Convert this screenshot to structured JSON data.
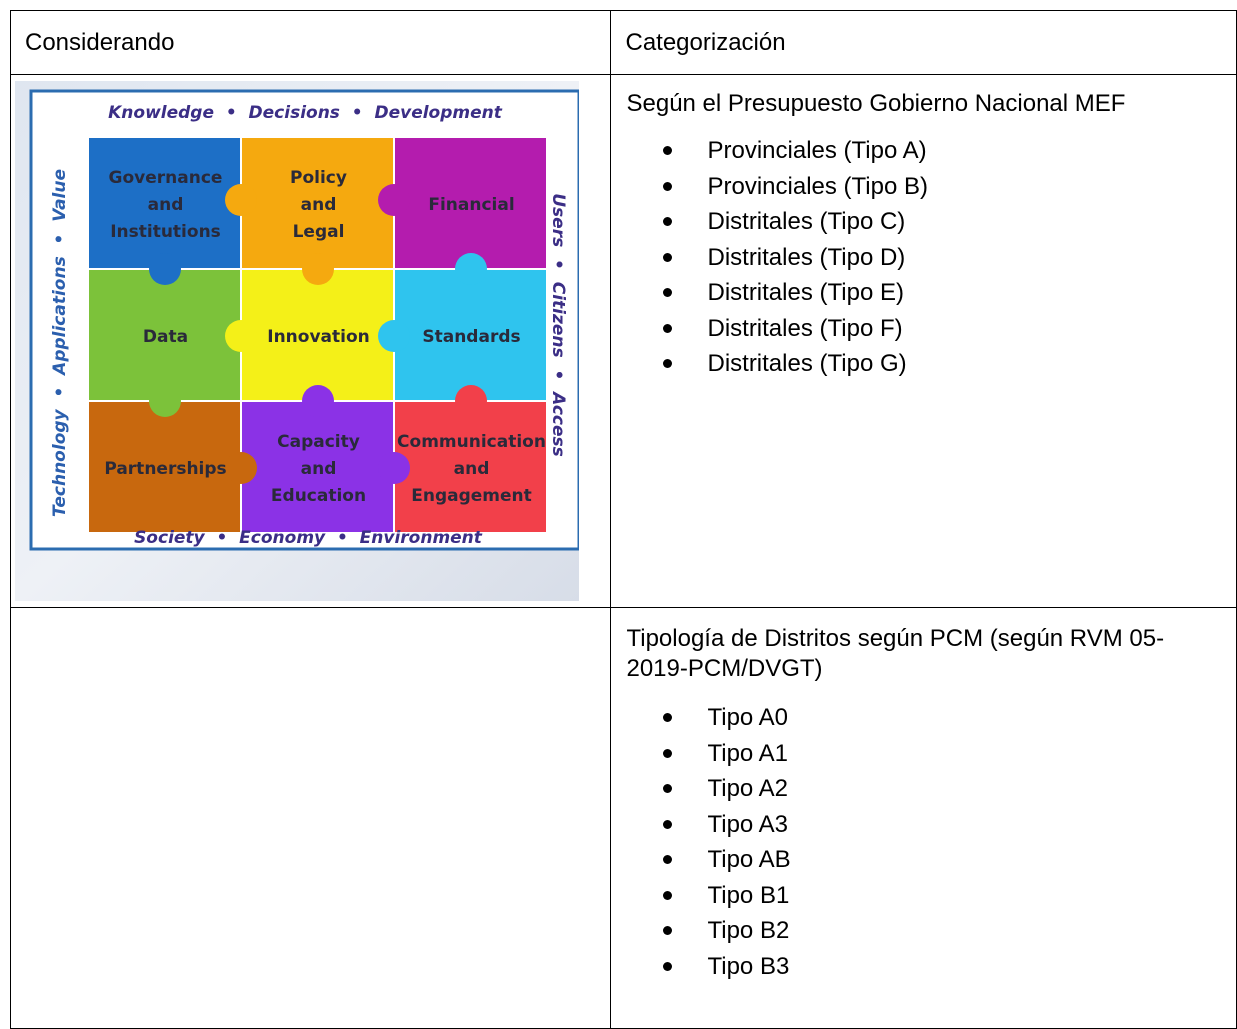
{
  "table": {
    "header": {
      "col1": "Considerando",
      "col2": "Categorización"
    },
    "row1": {
      "intro": "Según el Presupuesto Gobierno Nacional MEF",
      "items": [
        "Provinciales (Tipo A)",
        "Provinciales (Tipo B)",
        "Distritales (Tipo C)",
        "Distritales (Tipo D)",
        "Distritales (Tipo E)",
        "Distritales (Tipo F)",
        "Distritales (Tipo G)"
      ]
    },
    "row2": {
      "intro": "Tipología de Distritos según PCM (según RVM 05-2019-PCM/DVGT)",
      "items": [
        "Tipo A0",
        "Tipo A1",
        "Tipo A2",
        "Tipo A3",
        "Tipo AB",
        "Tipo B1",
        "Tipo B2",
        "Tipo B3"
      ]
    }
  },
  "puzzle": {
    "top_label": "Knowledge  •  Decisions  •  Development",
    "bottom_label": "Society  •  Economy  •  Environment",
    "left_label": "Technology  •  Applications  •  Value",
    "right_label": "Users  •  Citizens  •  Access",
    "pieces": [
      {
        "lines": [
          "Governance",
          "and",
          "Institutions"
        ],
        "color": "#1d6fc6"
      },
      {
        "lines": [
          "Policy",
          "and",
          "Legal"
        ],
        "color": "#f5a90f"
      },
      {
        "lines": [
          "Financial"
        ],
        "color": "#b41cae"
      },
      {
        "lines": [
          "Data"
        ],
        "color": "#7cc23a"
      },
      {
        "lines": [
          "Innovation"
        ],
        "color": "#f4f018"
      },
      {
        "lines": [
          "Standards"
        ],
        "color": "#2fc4ee"
      },
      {
        "lines": [
          "Partnerships"
        ],
        "color": "#c8680e"
      },
      {
        "lines": [
          "Capacity",
          "and",
          "Education"
        ],
        "color": "#8b32e6"
      },
      {
        "lines": [
          "Communication",
          "and",
          "Engagement"
        ],
        "color": "#f2404a"
      }
    ]
  }
}
